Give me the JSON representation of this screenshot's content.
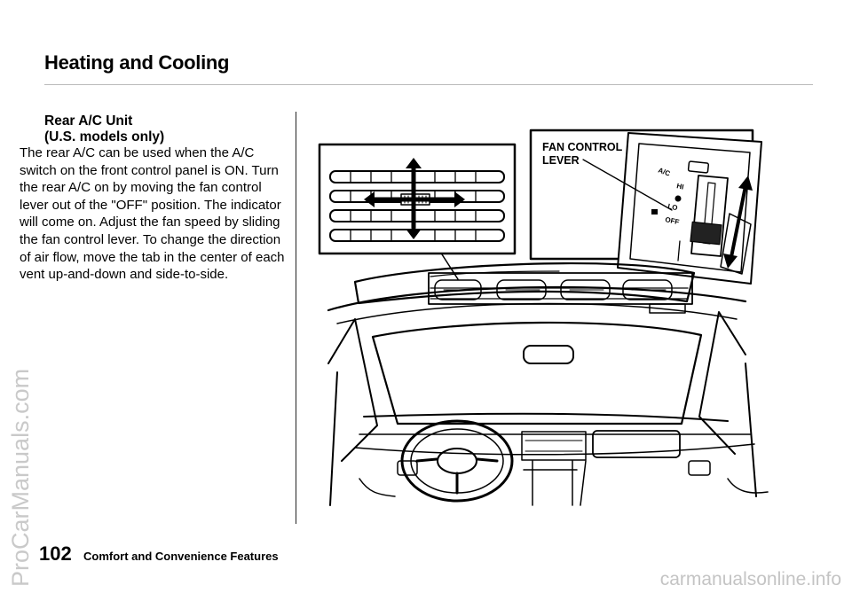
{
  "header": {
    "title": "Heating and Cooling"
  },
  "section": {
    "heading_line1": "Rear A/C Unit",
    "heading_line2": "(U.S. models only)",
    "body": "The rear A/C can be used when the A/C switch on the front control panel is ON. Turn the rear A/C on by moving the fan control lever out of the \"OFF\" position. The indicator will come on. Adjust the fan speed by sliding the fan control lever. To change the direction of air flow, move the tab in the center of each vent up-and-down and side-to-side."
  },
  "illustration": {
    "callout_line1": "FAN CONTROL",
    "callout_line2": "LEVER",
    "switch_labels": {
      "ac": "A/C",
      "hi": "HI",
      "lo": "LO",
      "off": "OFF"
    }
  },
  "footer": {
    "page_number": "102",
    "section_name": "Comfort and Convenience Features"
  },
  "watermarks": {
    "side": "ProCarManuals.com",
    "bottom": "carmanualsonline.info"
  }
}
